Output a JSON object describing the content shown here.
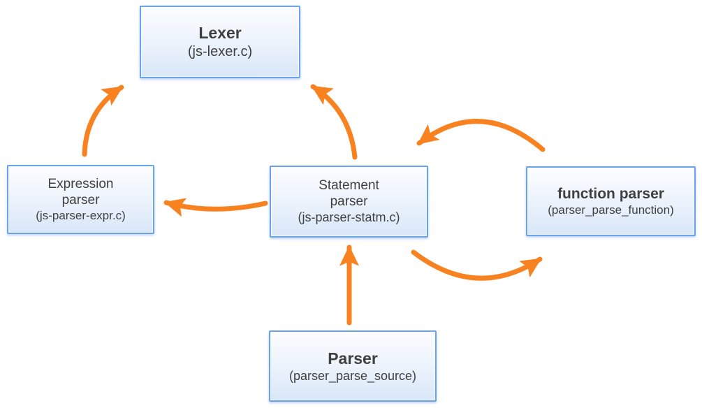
{
  "diagram": {
    "nodes": {
      "lexer": {
        "title": "Lexer",
        "subtitle": "(js-lexer.c)"
      },
      "expression_parser": {
        "title": "Expression\nparser",
        "subtitle": "(js-parser-expr.c)"
      },
      "statement_parser": {
        "title": "Statement\nparser",
        "subtitle": "(js-parser-statm.c)"
      },
      "function_parser": {
        "title": "function parser",
        "subtitle": "(parser_parse_function)"
      },
      "parser": {
        "title": "Parser",
        "subtitle": "(parser_parse_source)"
      }
    },
    "edges": [
      {
        "from": "expression_parser",
        "to": "lexer"
      },
      {
        "from": "statement_parser",
        "to": "lexer"
      },
      {
        "from": "statement_parser",
        "to": "expression_parser"
      },
      {
        "from": "function_parser",
        "to": "statement_parser"
      },
      {
        "from": "statement_parser",
        "to": "function_parser"
      },
      {
        "from": "parser",
        "to": "statement_parser"
      }
    ],
    "colors": {
      "arrow": "#f8821f",
      "box_border": "#69a3e9",
      "box_fill_top": "#fcfdff",
      "box_fill_bottom": "#d9e7f8",
      "text": "#3f3f3f",
      "background": "#ffffff"
    }
  }
}
